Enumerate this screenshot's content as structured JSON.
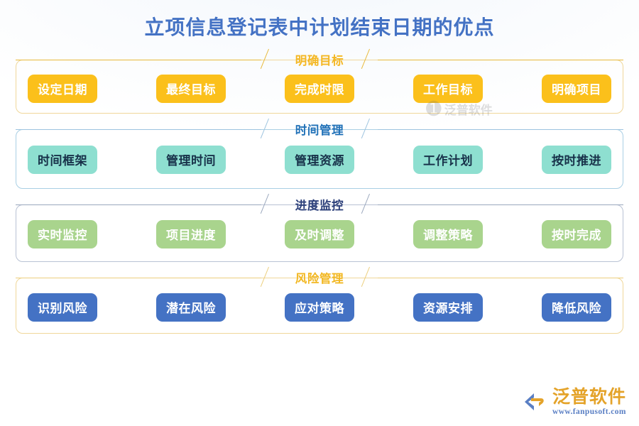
{
  "title": "立项信息登记表中计划结束日期的优点",
  "colors": {
    "title": "#4472c4",
    "yellow_chip": "#fbc01b",
    "teal_chip": "#8edfd0",
    "green_chip": "#a9d48d",
    "blue_chip": "#4472c4",
    "page_background": "#ffffff"
  },
  "sections": [
    {
      "id": "ming-que-mu-biao",
      "heading": "明确目标",
      "heading_color": "#f4b723",
      "chip_color": "#fbc01b",
      "chip_text_color": "#ffffff",
      "border_color": "#f0d79a",
      "items": [
        {
          "label": "设定日期"
        },
        {
          "label": "最终目标"
        },
        {
          "label": "完成时限"
        },
        {
          "label": "工作目标"
        },
        {
          "label": "明确项目"
        }
      ]
    },
    {
      "id": "shi-jian-guan-li",
      "heading": "时间管理",
      "heading_color": "#2272b8",
      "chip_color": "#8edfd0",
      "chip_text_color": "#18324a",
      "border_color": "#a9cfe4",
      "items": [
        {
          "label": "时间框架"
        },
        {
          "label": "管理时间"
        },
        {
          "label": "管理资源"
        },
        {
          "label": "工作计划"
        },
        {
          "label": "按时推进"
        }
      ]
    },
    {
      "id": "jin-du-jian-kong",
      "heading": "进度监控",
      "heading_color": "#2b3f7a",
      "chip_color": "#a9d48d",
      "chip_text_color": "#ffffff",
      "border_color": "#b9c2d4",
      "items": [
        {
          "label": "实时监控"
        },
        {
          "label": "项目进度"
        },
        {
          "label": "及时调整"
        },
        {
          "label": "调整策略"
        },
        {
          "label": "按时完成"
        }
      ]
    },
    {
      "id": "feng-xian-guan-li",
      "heading": "风险管理",
      "heading_color": "#f2b824",
      "chip_color": "#4472c4",
      "chip_text_color": "#ffffff",
      "border_color": "#f0d79a",
      "items": [
        {
          "label": "识别风险"
        },
        {
          "label": "潜在风险"
        },
        {
          "label": "应对策略"
        },
        {
          "label": "资源安排"
        },
        {
          "label": "降低风险"
        }
      ]
    }
  ],
  "watermark": {
    "text": "泛普软件"
  },
  "brand": {
    "name": "泛普软件",
    "url": "www.fanpusoft.com"
  }
}
